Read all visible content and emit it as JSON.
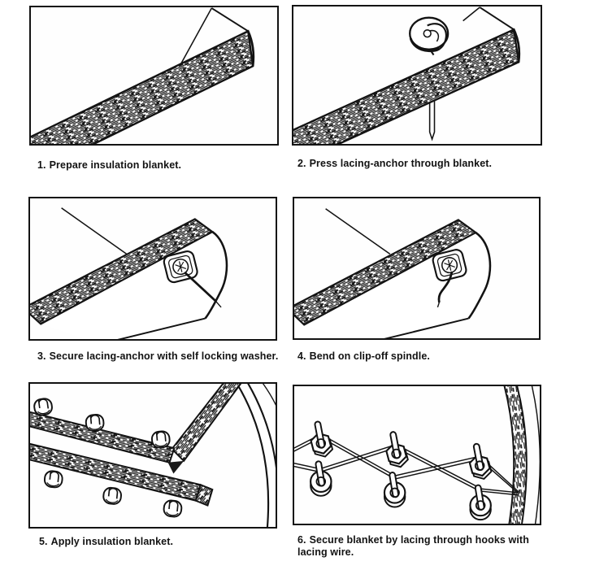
{
  "figure": {
    "background": "#ffffff",
    "ink": "#131313",
    "panel_count": 6
  },
  "steps": [
    {
      "number": "1.",
      "text": "Prepare insulation blanket.",
      "illustration": "insulation-blanket-corner"
    },
    {
      "number": "2.",
      "text": "Press lacing-anchor through blanket.",
      "illustration": "lacing-anchor-and-spindle-through-blanket"
    },
    {
      "number": "3.",
      "text": "Secure lacing-anchor with self locking washer.",
      "illustration": "self-locking-washer-on-spindle"
    },
    {
      "number": "4.",
      "text": "Bend on clip-off spindle.",
      "illustration": "bent-clip-off-spindle"
    },
    {
      "number": "5.",
      "text": "Apply insulation blanket.",
      "illustration": "blanket-with-lacing-hooks-on-frame"
    },
    {
      "number": "6.",
      "text": "Secure blanket by lacing through hooks with lacing wire.",
      "illustration": "lacing-wire-zigzag-through-hooks"
    }
  ]
}
